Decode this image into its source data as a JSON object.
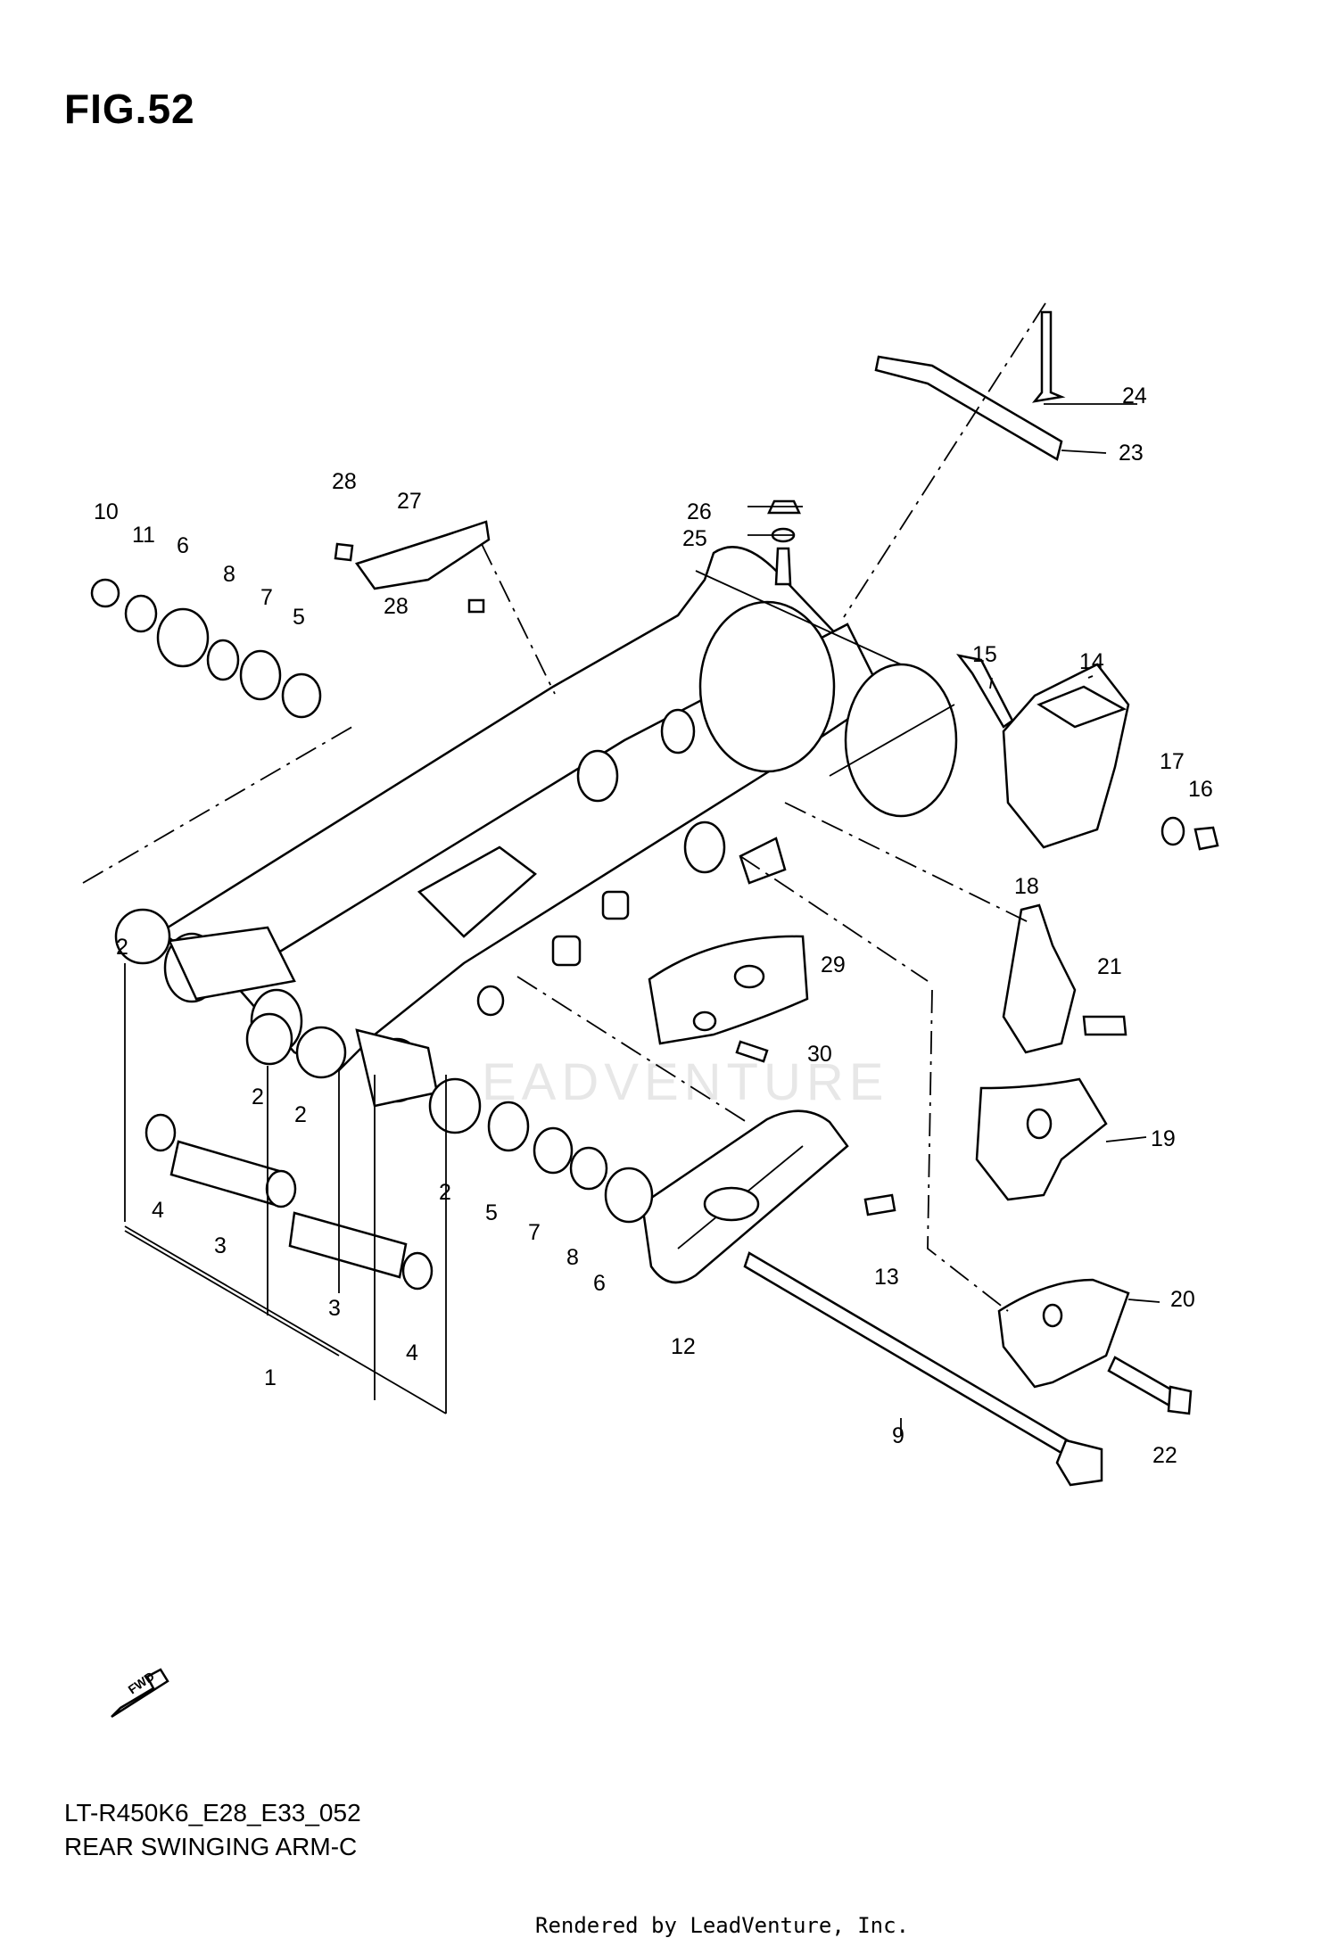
{
  "figure": {
    "title": "FIG.52"
  },
  "footer": {
    "model_code": "LT-R450K6_E28_E33_052",
    "assembly_name": "REAR SWINGING ARM-C",
    "render_credit": "Rendered by LeadVenture, Inc."
  },
  "watermark": "EADVENTURE",
  "fwd_arrow": {
    "text": "FWD",
    "icon": "fwd-arrow-icon"
  },
  "part_numbers": [
    "1",
    "2",
    "3",
    "4",
    "5",
    "6",
    "7",
    "8",
    "9",
    "10",
    "11",
    "12",
    "13",
    "14",
    "15",
    "16",
    "17",
    "18",
    "19",
    "20",
    "21",
    "22",
    "23",
    "24",
    "25",
    "26",
    "27",
    "28",
    "29",
    "30"
  ],
  "callouts": {
    "c10": "10",
    "c11": "11",
    "c6a": "6",
    "c8a": "8",
    "c7a": "7",
    "c5a": "5",
    "c28a": "28",
    "c27": "27",
    "c28b": "28",
    "c26": "26",
    "c25": "25",
    "c24": "24",
    "c23": "23",
    "c15": "15",
    "c14": "14",
    "c17": "17",
    "c16": "16",
    "c18": "18",
    "c21": "21",
    "c29": "29",
    "c30": "30",
    "c19": "19",
    "c20": "20",
    "c22": "22",
    "c9": "9",
    "c13": "13",
    "c12": "12",
    "c6b": "6",
    "c8b": "8",
    "c7b": "7",
    "c5b": "5",
    "c2a": "2",
    "c2b": "2",
    "c2c": "2",
    "c2d": "2",
    "c4a": "4",
    "c3a": "3",
    "c3b": "3",
    "c4b": "4",
    "c1": "1"
  }
}
